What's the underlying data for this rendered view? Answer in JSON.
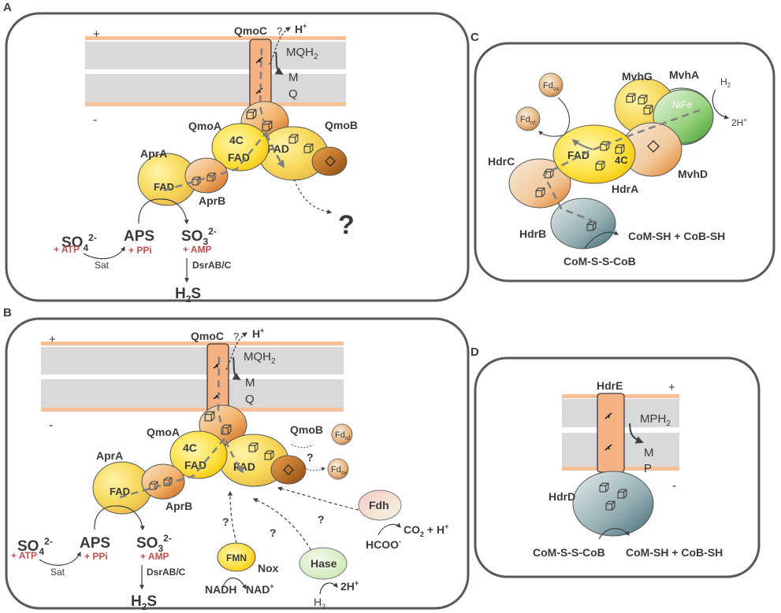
{
  "panels": {
    "a": {
      "letter": "A",
      "plus": "+",
      "minus": "-",
      "qmoc": "QmoC",
      "qmark_h": "?",
      "hplus_h": "H",
      "hplus_sup": "+",
      "mqh_main": "MQH",
      "mqh_sub": "2",
      "m": "M",
      "q": "Q",
      "qmoa": "QmoA",
      "qmob": "QmoB",
      "fourc": "4C",
      "fad_a": "FAD",
      "fad_b": "FAD",
      "apra": "AprA",
      "fad_apr": "FAD",
      "aprb": "AprB",
      "so4_main": "SO",
      "so4_sub": "4",
      "so4_sup": "2-",
      "atp": "+ ATP",
      "sat": "Sat",
      "aps": "APS",
      "ppi": "+ PPi",
      "so3_main": "SO",
      "so3_sub": "3",
      "so3_sup": "2-",
      "amp": "+ AMP",
      "dsr": "DsrAB/C",
      "h2s_main": "H",
      "h2s_sub": "2",
      "h2s_end": "S",
      "big_q": "?"
    },
    "b": {
      "letter": "B",
      "plus": "+",
      "minus": "-",
      "qmoc": "QmoC",
      "qmark_h": "?",
      "hplus_h": "H",
      "hplus_sup": "+",
      "mqh_main": "MQH",
      "mqh_sub": "2",
      "m": "M",
      "q": "Q",
      "qmoa": "QmoA",
      "qmob": "QmoB",
      "fourc": "4C",
      "fad_a": "FAD",
      "fad_b": "FAD",
      "fdrd_main": "Fd",
      "fdrd_sub": "rd",
      "fdox_main": "Fd",
      "fdox_sub": "ox",
      "q_fd": "?",
      "apra": "AprA",
      "fad_apr": "FAD",
      "aprb": "AprB",
      "so4_main": "SO",
      "so4_sub": "4",
      "so4_sup": "2-",
      "atp": "+ ATP",
      "sat": "Sat",
      "aps": "APS",
      "ppi": "+ PPi",
      "so3_main": "SO",
      "so3_sub": "3",
      "so3_sup": "2-",
      "amp": "+ AMP",
      "dsr": "DsrAB/C",
      "h2s_main": "H",
      "h2s_sub": "2",
      "h2s_end": "S",
      "fdh": "Fdh",
      "co2": "CO",
      "co2_sub": "2",
      "co2_rest": " + H",
      "co2_sup": "+",
      "hcoo": "HCOO",
      "hcoo_sup": "-",
      "fmn": "FMN",
      "nox": "Nox",
      "nadh": "NADH",
      "nad": "NAD",
      "nad_sup": "+",
      "hase": "Hase",
      "h2_main": "H",
      "h2_sub": "2",
      "twoh": "2H",
      "twoh_sup": "+",
      "q1": "?",
      "q2": "?",
      "q3": "?"
    },
    "c": {
      "letter": "C",
      "mvhg": "MvhG",
      "mvha": "MvhA",
      "h2_main": "H",
      "h2_sub": "2",
      "nife": "NiFe",
      "twoh": "2H",
      "twoh_sup": "+",
      "fdox_main": "Fd",
      "fdox_sub": "ox",
      "fdrd_main": "Fd",
      "fdrd_sub": "rd",
      "hdrc": "HdrC",
      "fad": "FAD",
      "fourc": "4C",
      "mvhd": "MvhD",
      "hdra": "HdrA",
      "hdrb": "HdrB",
      "coms": "CoM-SH + CoB-SH",
      "comss": "CoM-S-S-CoB"
    },
    "d": {
      "letter": "D",
      "hdre": "HdrE",
      "plus": "+",
      "minus": "-",
      "mph_main": "MPH",
      "mph_sub": "2",
      "m": "M",
      "p": "P",
      "hdrd": "HdrD",
      "comss": "CoM-S-S-CoB",
      "coms": "CoM-SH + CoB-SH"
    }
  },
  "colors": {
    "membrane_edge": "#f9c097",
    "membrane_fill": "#d9d9d9",
    "panel_border": "#595959",
    "red_text": "#c0504d",
    "arrow_gray": "#808080"
  }
}
